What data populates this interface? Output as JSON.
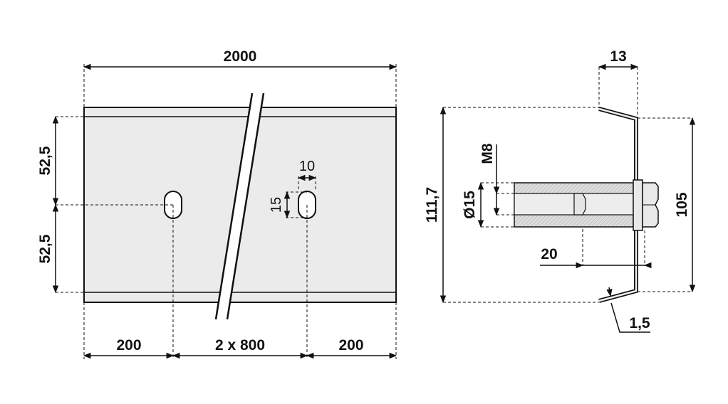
{
  "front_view": {
    "total_length": "2000",
    "height_upper": "52,5",
    "height_lower": "52,5",
    "slot_width": "10",
    "slot_height": "15",
    "spacing_left": "200",
    "spacing_middle": "2 x 800",
    "spacing_right": "200"
  },
  "section_view": {
    "flange_offset": "13",
    "overall_height": "111,7",
    "inner_height": "105",
    "thread": "M8",
    "sleeve_diameter": "Ø15",
    "bolt_depth": "20",
    "thickness": "1,5"
  },
  "colors": {
    "fill": "#ebebeb",
    "line": "#111111"
  }
}
